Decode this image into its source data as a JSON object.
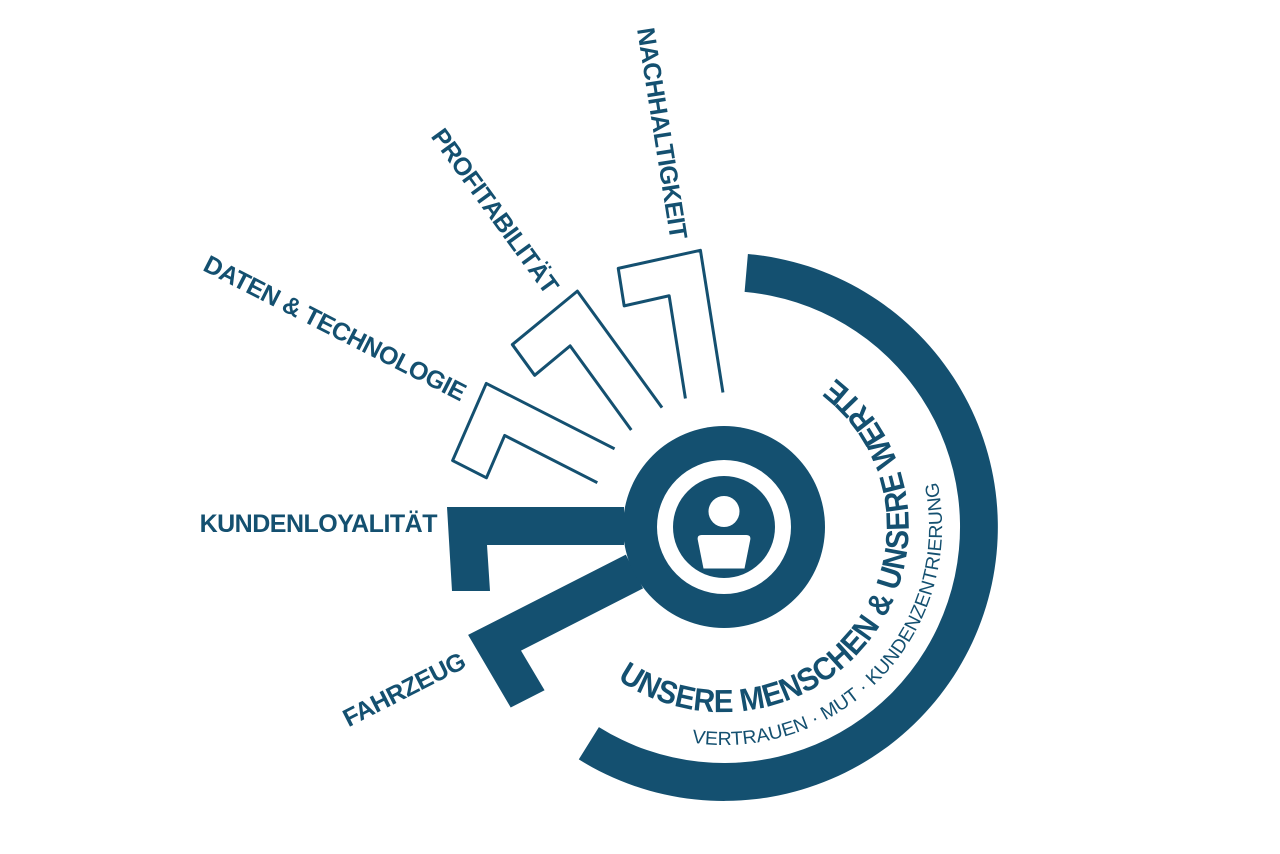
{
  "colors": {
    "accent": "#145070",
    "background": "#ffffff"
  },
  "diagram": {
    "spokes": [
      {
        "label": "FAHRZEUG",
        "style": "filled"
      },
      {
        "label": "KUNDENLOYALITÄT",
        "style": "filled"
      },
      {
        "label": "DATEN & TECHNOLOGIE",
        "style": "outlined"
      },
      {
        "label": "PROFITABILITÄT",
        "style": "outlined"
      },
      {
        "label": "NACHHALTIGKEIT",
        "style": "outlined"
      }
    ],
    "ring_text": "UNSERE MENSCHEN & UNSERE WERTE",
    "values_text": "VERTRAUEN · MUT · KUNDENZENTRIERUNG",
    "center_icon": "person-icon"
  }
}
